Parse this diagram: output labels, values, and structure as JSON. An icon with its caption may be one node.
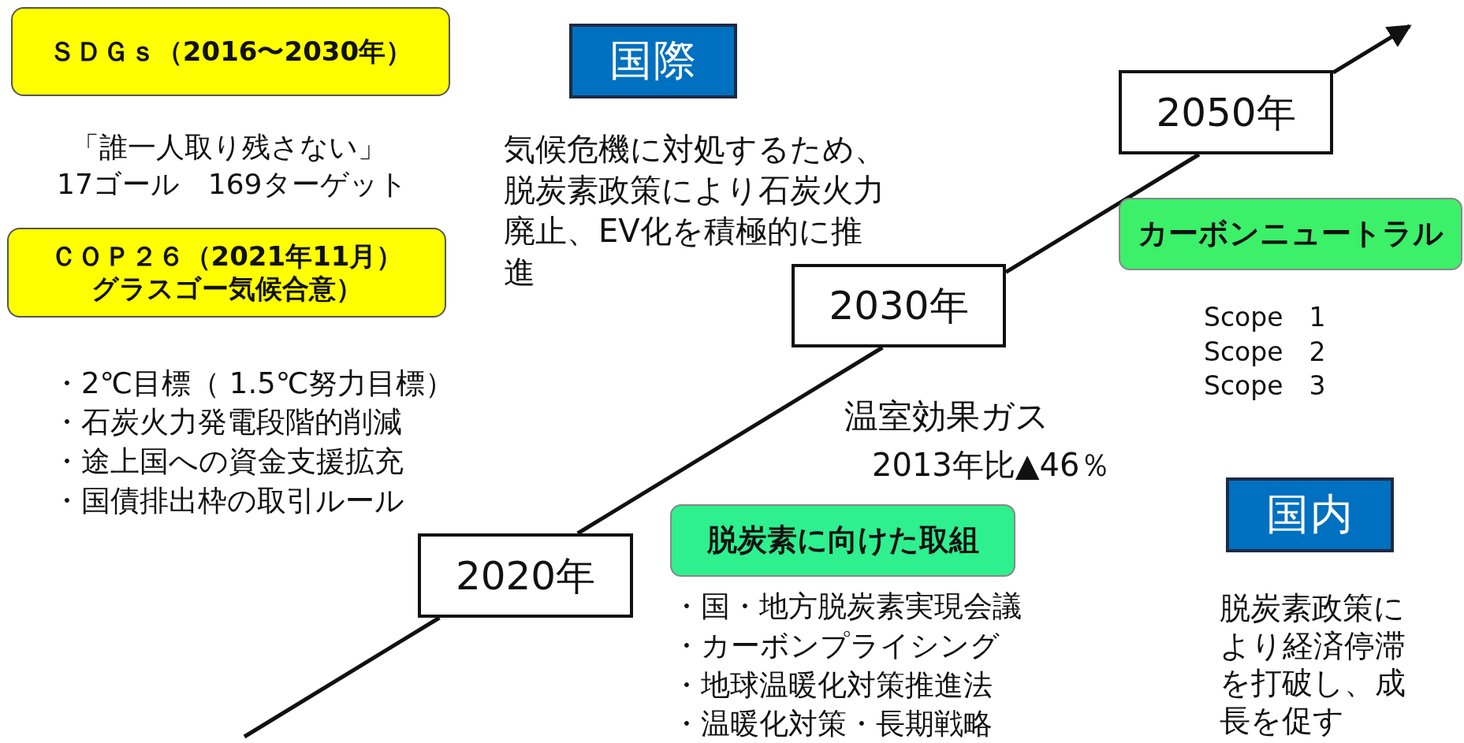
{
  "diagram": {
    "nodes": [
      {
        "text": [
          "ＳＤＧｓ（2016〜2030年）"
        ]
      },
      {
        "text": [
          "国際"
        ]
      },
      {
        "text": [
          "2050年"
        ]
      },
      {
        "text": [
          "カーボンニュートラル"
        ]
      },
      {
        "text": [
          "ＣＯＰ２６（2021年11月）",
          "グラスゴー気候合意）"
        ]
      },
      {
        "text": [
          "2030年"
        ]
      },
      {
        "text": [
          "脱炭素に向けた取組"
        ]
      },
      {
        "text": [
          "国内"
        ]
      },
      {
        "text": [
          "2020年"
        ]
      }
    ],
    "edges": [
      {
        "from": null,
        "to": 8,
        "arrow": "none"
      },
      {
        "from": 8,
        "to": 5,
        "arrow": "none"
      },
      {
        "from": 5,
        "to": 2,
        "arrow": "none"
      },
      {
        "from": 2,
        "to": null,
        "arrow": "to"
      }
    ],
    "labels": [
      "「誰一人取り残さない」",
      "17ゴール　169ターゲット",
      "・2℃目標（ 1.5℃努力目標）",
      "・石炭火力発電段階的削減",
      "・途上国への資金支援拡充",
      "・国債排出枠の取引ルール",
      "気候危機に対処するため、脱炭素政策により石炭火力廃止、EV化を積極的に推進",
      "温室効果ガス",
      "2013年比▲46％",
      "Scope　1",
      "Scope　2",
      "Scope　3",
      "・国・地方脱炭素実現会議",
      "・カーボンプライシング",
      "・地球温暖化対策推進法",
      "・温暖化対策・長期戦略",
      "脱炭素政策により経済停滞を打破し、成長を促す"
    ]
  }
}
